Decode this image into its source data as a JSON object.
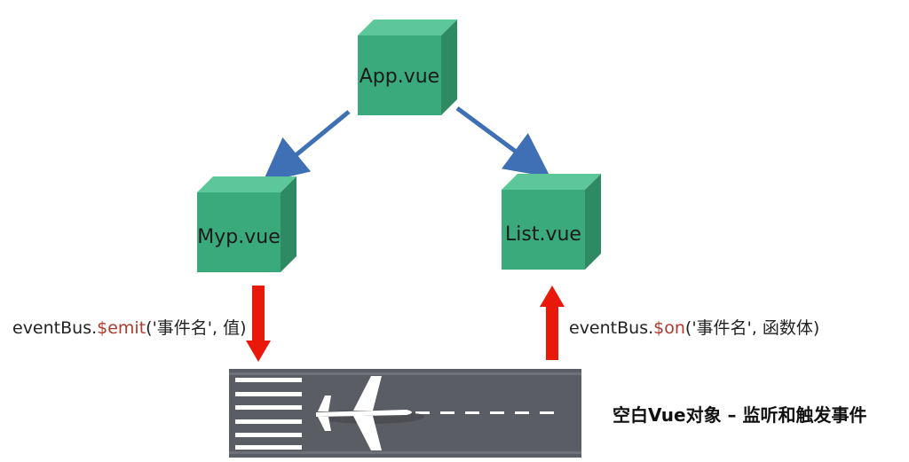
{
  "nodes": {
    "app": "App.vue",
    "myp": "Myp.vue",
    "list": "List.vue"
  },
  "emit_call": {
    "prefix": "eventBus.",
    "method": "$emit",
    "args": "('事件名', 值)"
  },
  "on_call": {
    "prefix": "eventBus.",
    "method": "$on",
    "args": "('事件名', 函数体)"
  },
  "caption": "空白Vue对象 – 监听和触发事件",
  "colors": {
    "cube_front": "#3aaa7c",
    "cube_top": "#5cc89a",
    "cube_side": "#2e8a63",
    "blue_arrow": "#3f6fb5",
    "red_arrow": "#e8180a",
    "runway": "#5a5d63",
    "emit_method": "#b03a2e"
  }
}
